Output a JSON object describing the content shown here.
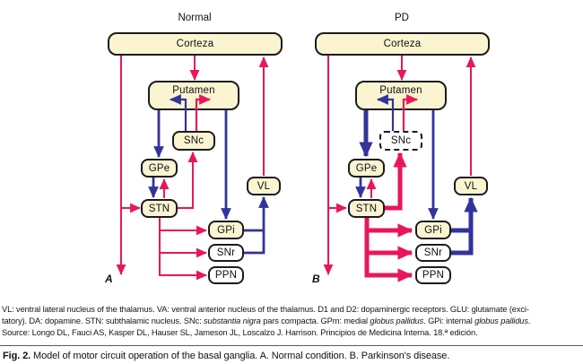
{
  "diagrams": {
    "normal": {
      "title": "Normal",
      "panel": "A",
      "boxes": {
        "corteza": "Corteza",
        "putamen": "Putamen",
        "snc": "SNc",
        "gpe": "GPe",
        "stn": "STN",
        "vl": "VL",
        "gpi": "GPi",
        "snr": "SNr",
        "ppn": "PPN"
      }
    },
    "pd": {
      "title": "PD",
      "panel": "B",
      "boxes": {
        "corteza": "Corteza",
        "putamen": "Putamen",
        "snc": "SNc",
        "gpe": "GPe",
        "stn": "STN",
        "vl": "VL",
        "gpi": "GPi",
        "snr": "SNr",
        "ppn": "PPN"
      }
    }
  },
  "legend": {
    "lines": [
      [
        {
          "t": "VL: ventral lateral nucleus of the thalamus. VA: ventral anterior nucleus of the thalamus. D1 and D2: dopaminergic receptors. GLU: glutamate (exci-"
        }
      ],
      [
        {
          "t": "tatory). DA: dopamine. STN: subthalamic nucleus. SNc: "
        },
        {
          "t": "substantia nigra",
          "i": true
        },
        {
          "t": " pars compacta. GPm: medial "
        },
        {
          "t": "globus pallidus",
          "i": true
        },
        {
          "t": ". GPi: internal "
        },
        {
          "t": "globus pallidus",
          "i": true
        },
        {
          "t": "."
        }
      ],
      [
        {
          "t": "Source: Longo DL, Fauci AS, Kasper DL, Hauser SL, Jameson JL, Loscalzo J. Harrison. Principios de Medicina Interna. 18.ª edición."
        }
      ]
    ]
  },
  "caption": {
    "segments": [
      {
        "t": "Fig. 2.",
        "b": true
      },
      {
        "t": "  Model of motor circuit operation of the basal ganglia. A. Normal condition. B. Parkinson's disease."
      }
    ]
  },
  "colors": {
    "excitatory_red": "#E8175A",
    "inhibitory_blue": "#33339B",
    "box_fill": "#FAF4D1",
    "box_border": "#1B1B1B",
    "background": "#FFFFFF"
  }
}
